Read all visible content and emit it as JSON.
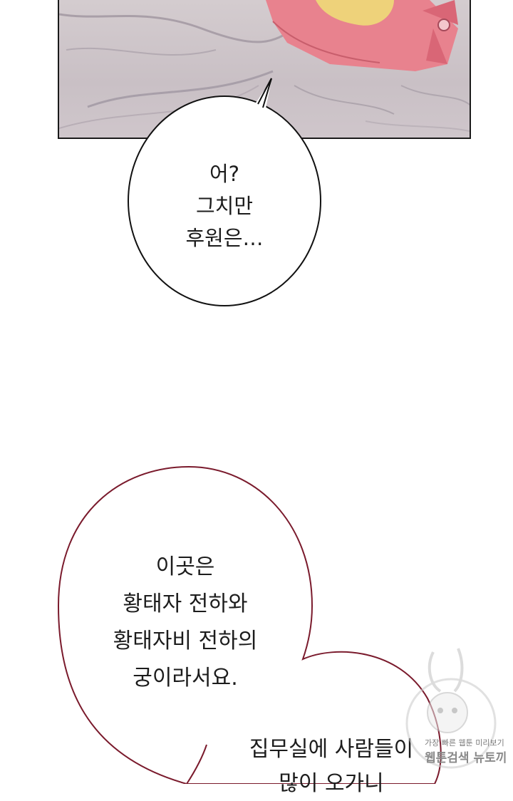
{
  "bubbles": {
    "first": {
      "lines": "어?\n그치만\n후원은…"
    },
    "second": {
      "lines": "이곳은\n황태자 전하와\n황태자비 전하의\n궁이라서요."
    },
    "third": {
      "lines": "집무실에 사람들이\n많이 오가니"
    }
  },
  "watermark": {
    "line1": "가장 빠른 웹툰 미리보기",
    "line2": "웹툰검색 뉴토끼"
  },
  "colors": {
    "bubble1_outline": "#111111",
    "bubble2_outline": "#7a1a2c",
    "panel_fabric": "#cbc2c7",
    "dress_pink": "#e8828e",
    "hair_blond": "#eed27a"
  }
}
